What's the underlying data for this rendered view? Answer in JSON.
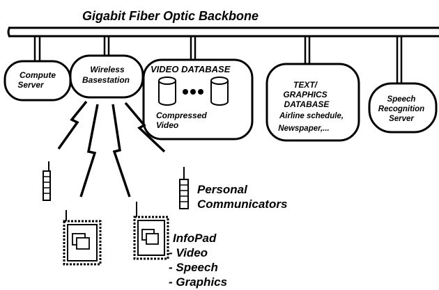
{
  "title": "Gigabit Fiber Optic Backbone",
  "nodes": {
    "compute_server": [
      "Compute",
      "Server"
    ],
    "wireless_basestation": [
      "Wireless",
      "Basestation"
    ],
    "video_database": {
      "title": "VIDEO DATABASE",
      "caption": [
        "Compressed",
        "Video"
      ]
    },
    "text_graphics_database": [
      "TEXT/",
      "GRAPHICS",
      "DATABASE",
      "Airline schedule,",
      "Newspaper,..."
    ],
    "speech_server": [
      "Speech",
      "Recognition",
      "Server"
    ]
  },
  "devices": {
    "personal_communicators": [
      "Personal",
      "Communicators"
    ],
    "infopad": [
      "InfoPad",
      "- Video",
      "- Speech",
      "- Graphics"
    ]
  }
}
